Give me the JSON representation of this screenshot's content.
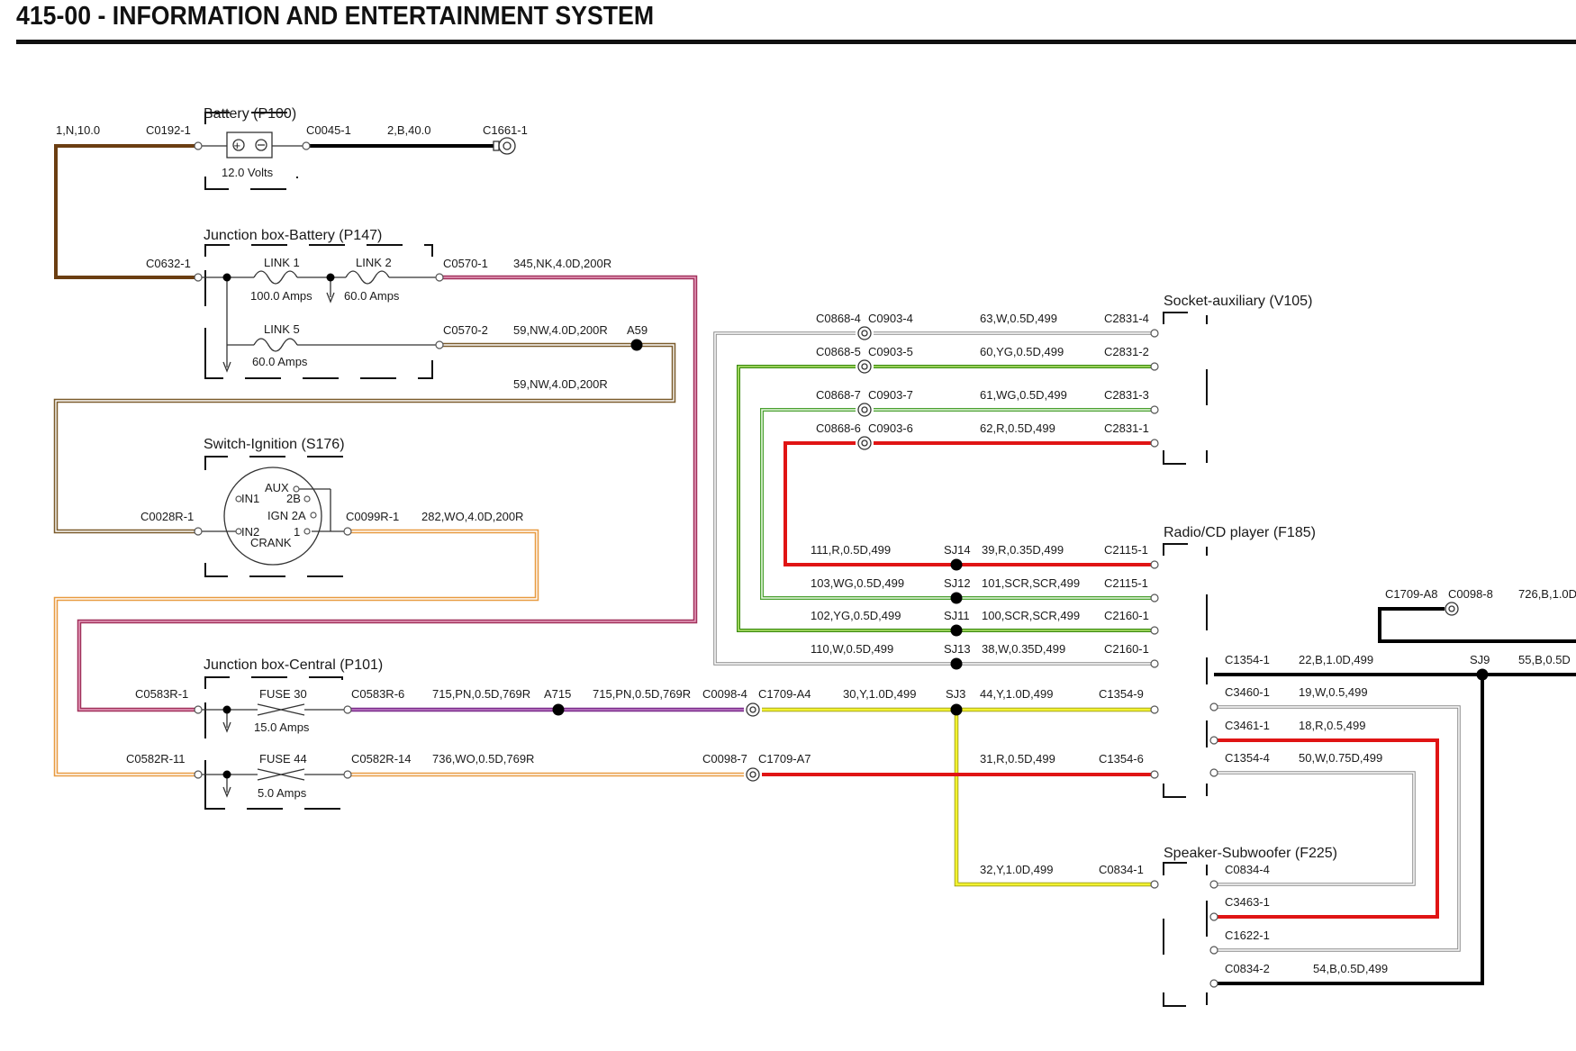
{
  "page": {
    "title": "415-00 - INFORMATION AND ENTERTAINMENT SYSTEM"
  },
  "colors": {
    "N": "#6b3e12",
    "B": "#000000",
    "NK": "#c0507a",
    "NW": "#7a5a2a",
    "WO": "#e89a40",
    "PN": "#7a2a8a",
    "Y": "#e6e620",
    "R": "#e01414",
    "W": "#9a9a9a",
    "YG": "#7cc820",
    "WG": "#70c040"
  },
  "components": {
    "battery": {
      "name": "Battery (P100)",
      "voltage": "12.0 Volts"
    },
    "jbox_battery": {
      "name": "Junction box-Battery (P147)",
      "link1": "LINK 1",
      "link1_amps": "100.0 Amps",
      "link2": "LINK 2",
      "link2_amps": "60.0 Amps",
      "link5": "LINK 5",
      "link5_amps": "60.0 Amps"
    },
    "ignition": {
      "name": "Switch-Ignition (S176)",
      "aux": "AUX",
      "in1": "IN1",
      "b2": "2B",
      "ign2a": "IGN 2A",
      "in2": "IN2",
      "one": "1",
      "crank": "CRANK"
    },
    "jbox_central": {
      "name": "Junction box-Central (P101)",
      "fuse30": "FUSE 30",
      "fuse30_amps": "15.0 Amps",
      "fuse44": "FUSE 44",
      "fuse44_amps": "5.0 Amps"
    },
    "socket_aux": {
      "name": "Socket-auxiliary (V105)"
    },
    "radio": {
      "name": "Radio/CD player (F185)"
    },
    "subwoofer": {
      "name": "Speaker-Subwoofer (F225)"
    }
  },
  "labels": {
    "w_1N": "1,N,10.0",
    "c0192_1": "C0192-1",
    "c0045_1": "C0045-1",
    "w_2B": "2,B,40.0",
    "c1661_1": "C1661-1",
    "c0632_1": "C0632-1",
    "c0570_1": "C0570-1",
    "w_345": "345,NK,4.0D,200R",
    "c0570_2": "C0570-2",
    "w_59a": "59,NW,4.0D,200R",
    "a59": "A59",
    "w_59b": "59,NW,4.0D,200R",
    "c0028r_1": "C0028R-1",
    "c0099r_1": "C0099R-1",
    "w_282": "282,WO,4.0D,200R",
    "c0583r_1": "C0583R-1",
    "c0583r_6": "C0583R-6",
    "w_715a": "715,PN,0.5D,769R",
    "a715": "A715",
    "w_715b": "715,PN,0.5D,769R",
    "c0098_4": "C0098-4",
    "c1709_a4": "C1709-A4",
    "w_30": "30,Y,1.0D,499",
    "sj3": "SJ3",
    "w_44": "44,Y,1.0D,499",
    "c1354_9": "C1354-9",
    "c0582r_11": "C0582R-11",
    "c0582r_14": "C0582R-14",
    "w_736": "736,WO,0.5D,769R",
    "c0098_7": "C0098-7",
    "c1709_a7": "C1709-A7",
    "w_31": "31,R,0.5D,499",
    "c1354_6": "C1354-6",
    "w_32": "32,Y,1.0D,499",
    "c0834_1": "C0834-1",
    "c0868_4": "C0868-4",
    "c0903_4": "C0903-4",
    "w_63": "63,W,0.5D,499",
    "c2831_4": "C2831-4",
    "c0868_5": "C0868-5",
    "c0903_5": "C0903-5",
    "w_60": "60,YG,0.5D,499",
    "c2831_2": "C2831-2",
    "c0868_7": "C0868-7",
    "c0903_7": "C0903-7",
    "w_61": "61,WG,0.5D,499",
    "c2831_3": "C2831-3",
    "c0868_6": "C0868-6",
    "c0903_6": "C0903-6",
    "w_62": "62,R,0.5D,499",
    "c2831_1": "C2831-1",
    "w_111": "111,R,0.5D,499",
    "sj14": "SJ14",
    "w_39": "39,R,0.35D,499",
    "c2115_1a": "C2115-1",
    "w_103": "103,WG,0.5D,499",
    "sj12": "SJ12",
    "w_101": "101,SCR,SCR,499",
    "c2115_1b": "C2115-1",
    "w_102": "102,YG,0.5D,499",
    "sj11": "SJ11",
    "w_100": "100,SCR,SCR,499",
    "c2160_1a": "C2160-1",
    "w_110": "110,W,0.5D,499",
    "sj13": "SJ13",
    "w_38": "38,W,0.35D,499",
    "c2160_1b": "C2160-1",
    "c1709_a8": "C1709-A8",
    "c0098_8": "C0098-8",
    "w_726": "726,B,1.0D",
    "c1354_1": "C1354-1",
    "w_22": "22,B,1.0D,499",
    "sj9": "SJ9",
    "w_55": "55,B,0.5D",
    "c3460_1": "C3460-1",
    "w_19": "19,W,0.5,499",
    "c3461_1": "C3461-1",
    "w_18": "18,R,0.5,499",
    "c1354_4": "C1354-4",
    "w_50": "50,W,0.75D,499",
    "c0834_4": "C0834-4",
    "c3463_1": "C3463-1",
    "c1622_1": "C1622-1",
    "c0834_2": "C0834-2",
    "w_54": "54,B,0.5D,499"
  }
}
